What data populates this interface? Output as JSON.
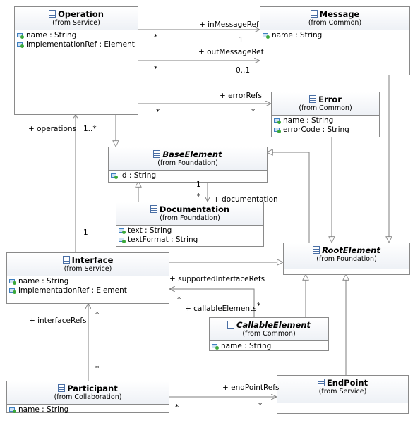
{
  "classes": {
    "operation": {
      "name": "Operation",
      "from": "(from Service)",
      "attrs": [
        "name : String",
        "implementationRef : Element"
      ]
    },
    "message": {
      "name": "Message",
      "from": "(from Common)",
      "attrs": [
        "name : String"
      ]
    },
    "error": {
      "name": "Error",
      "from": "(from Common)",
      "attrs": [
        "name : String",
        "errorCode : String"
      ]
    },
    "base_element": {
      "name": "BaseElement",
      "from": "(from Foundation)",
      "attrs": [
        "id : String"
      ]
    },
    "documentation": {
      "name": "Documentation",
      "from": "(from Foundation)",
      "attrs": [
        "text : String",
        "textFormat : String"
      ]
    },
    "interface": {
      "name": "Interface",
      "from": "(from Service)",
      "attrs": [
        "name : String",
        "implementationRef : Element"
      ]
    },
    "root_element": {
      "name": "RootElement",
      "from": "(from Foundation)",
      "attrs": []
    },
    "callable_element": {
      "name": "CallableElement",
      "from": "(from Common)",
      "attrs": [
        "name : String"
      ]
    },
    "participant": {
      "name": "Participant",
      "from": "(from Collaboration)",
      "attrs": [
        "name : String"
      ]
    },
    "end_point": {
      "name": "EndPoint",
      "from": "(from Service)",
      "attrs": []
    }
  },
  "labels": {
    "in_message_ref": "+ inMessageRef",
    "in_message_src_mult": "*",
    "in_message_tgt_mult": "1",
    "out_message_ref": "+ outMessageRef",
    "out_message_src_mult": "*",
    "out_message_tgt_mult": "0..1",
    "error_refs": "+ errorRefs",
    "error_src_mult": "*",
    "error_tgt_mult": "*",
    "operations": "+ operations",
    "operations_mult": "1..*",
    "operations_owner_mult": "1",
    "documentation_role": "+ documentation",
    "documentation_owner_mult": "1",
    "documentation_mult": "*",
    "supported_interface_refs": "+ supportedInterfaceRefs",
    "callable_elements": "+ callableElements",
    "supported_mult": "*",
    "callable_mult": "*",
    "interface_refs": "+ interfaceRefs",
    "interface_refs_tgt_mult": "*",
    "interface_refs_src_mult": "*",
    "end_point_refs": "+ endPointRefs",
    "end_point_src_mult": "*",
    "end_point_tgt_mult": "*"
  }
}
